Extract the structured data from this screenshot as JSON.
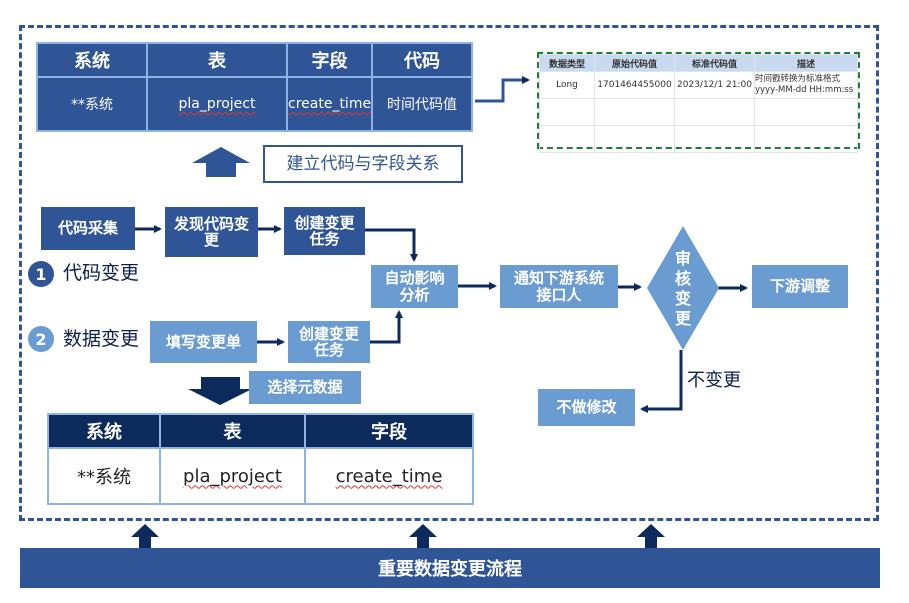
{
  "top_table": {
    "headers": [
      "系统",
      "表",
      "字段",
      "代码"
    ],
    "row": [
      "**系统",
      "pla_project",
      "create_time",
      "时间代码值"
    ]
  },
  "code_table": {
    "headers": [
      "数据类型",
      "原始代码值",
      "标准代码值",
      "描述"
    ],
    "rows": [
      [
        "Long",
        "1701464455000",
        "2023/12/1 21:00",
        "时间戳转换为标准格式 yyyy-MM-dd HH:mm:ss"
      ],
      [
        "",
        "",
        "",
        ""
      ],
      [
        "",
        "",
        "",
        ""
      ]
    ]
  },
  "build_relation_label": "建立代码与字段关系",
  "flow": {
    "code_change": {
      "number": "1",
      "label": "代码变更",
      "steps": [
        "代码采集",
        "发现代码变更",
        "创建变更任务"
      ]
    },
    "data_change": {
      "number": "2",
      "label": "数据变更",
      "steps": [
        "填写变更单",
        "创建变更任务"
      ]
    },
    "impact_analysis": "自动影响分析",
    "notify": "通知下游系统接口人",
    "review": "审核变更",
    "downstream_adjust": "下游调整",
    "no_change_label": "不变更",
    "no_modify": "不做修改",
    "select_metadata": "选择元数据"
  },
  "bottom_table": {
    "headers": [
      "系统",
      "表",
      "字段"
    ],
    "row": [
      "**系统",
      "pla_project",
      "create_time"
    ]
  },
  "footer_title": "重要数据变更流程",
  "colors": {
    "dark_blue": "#2f5597",
    "navy": "#0d2a5c",
    "light_blue": "#6a9bd1",
    "green_dash": "#1e7e34"
  }
}
